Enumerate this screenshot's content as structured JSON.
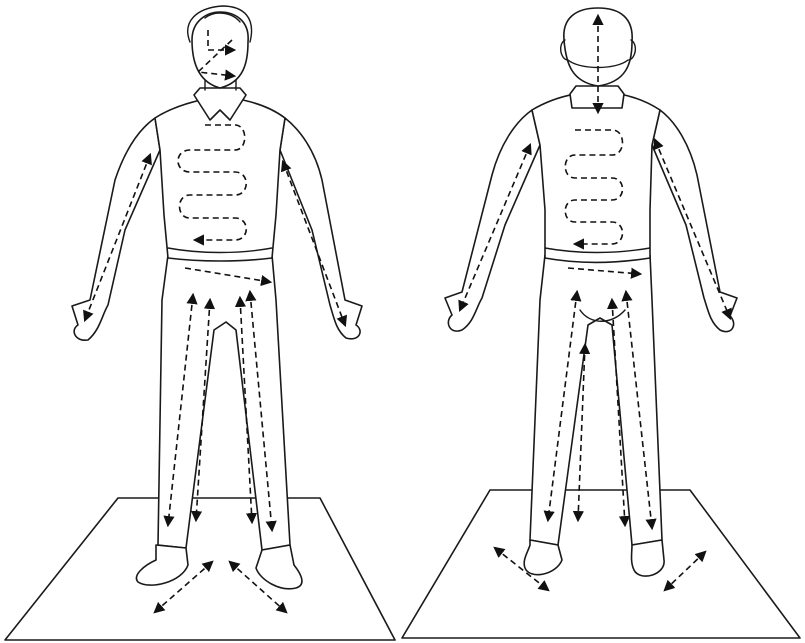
{
  "figure": {
    "panels": [
      {
        "view": "front",
        "icon": "person-front-icon"
      },
      {
        "view": "back",
        "icon": "person-back-icon"
      }
    ],
    "colors": {
      "ink": "#1a1a1a",
      "background": "#ffffff"
    },
    "arrow_style": "dashed"
  }
}
